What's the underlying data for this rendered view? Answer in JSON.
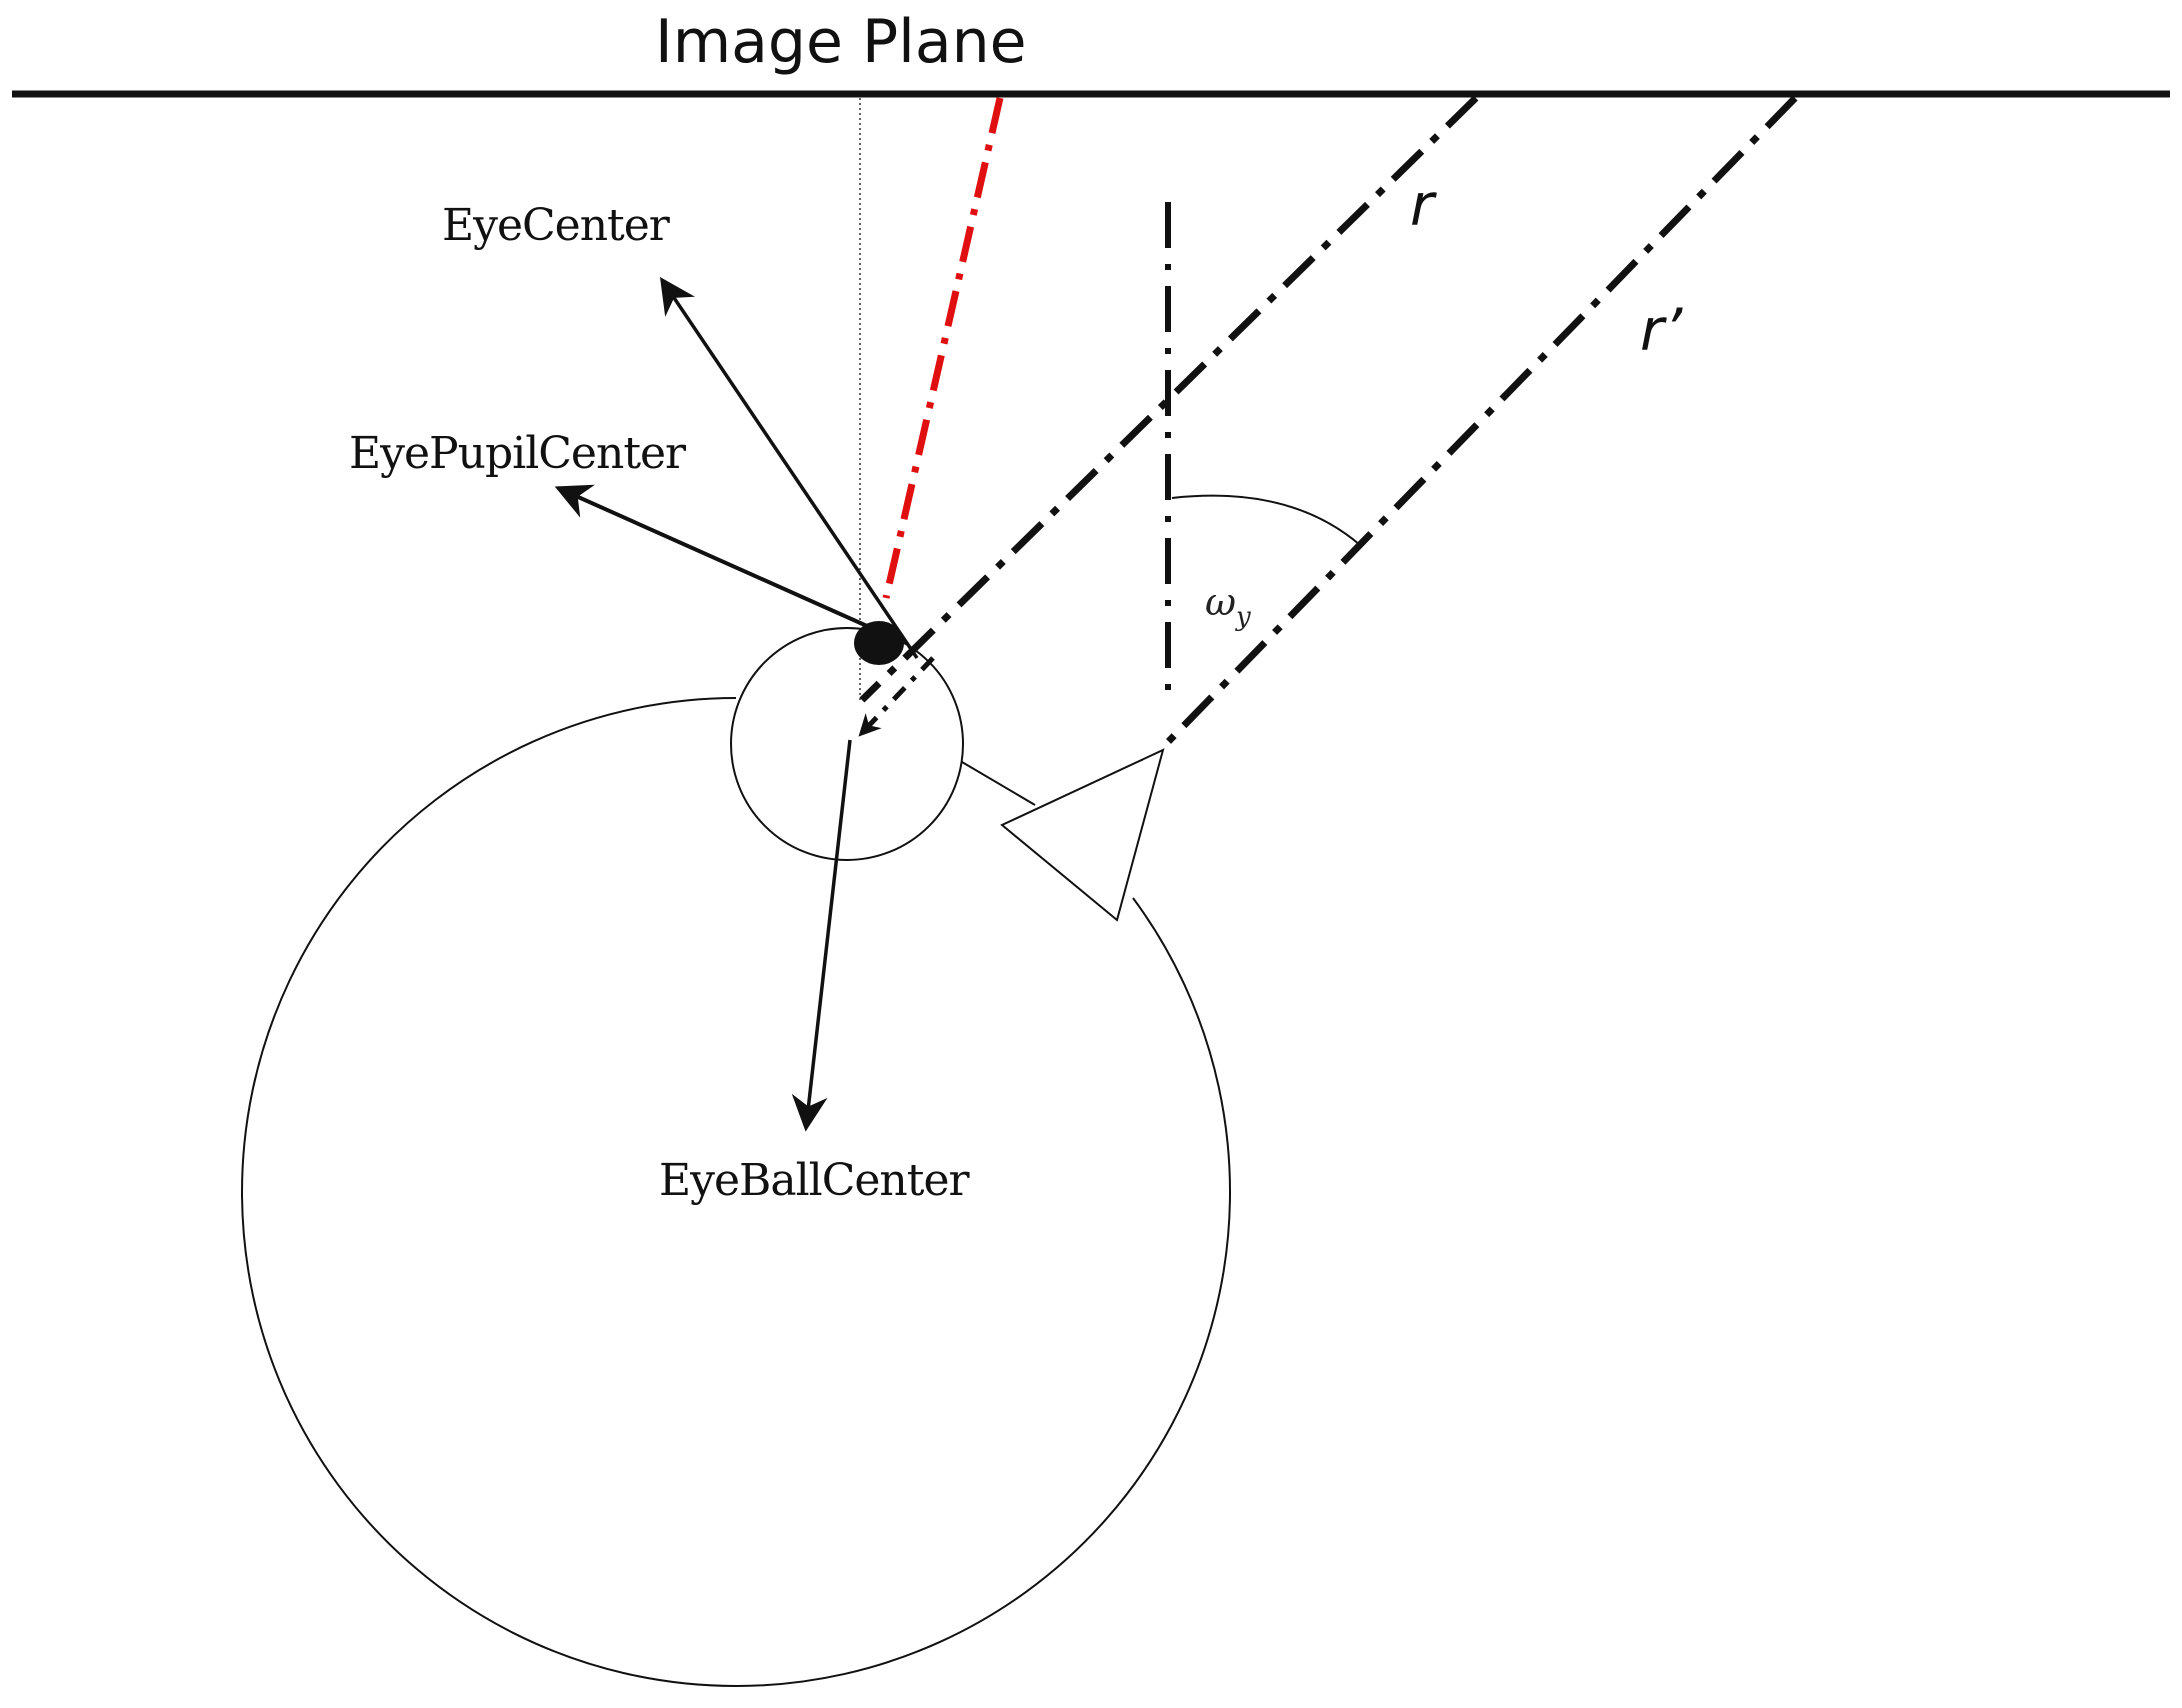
{
  "title": "Image Plane",
  "labels": {
    "eye_center": "EyeCenter",
    "eye_pupil_center": "EyePupilCenter",
    "eye_ball_center": "EyeBallCenter",
    "ray_r": "r",
    "ray_r_prime": "r’",
    "angle_symbol": "ω",
    "angle_subscript": "y"
  },
  "colors": {
    "stroke": "#111111",
    "gaze_ray": "#e01010",
    "background": "#ffffff"
  }
}
